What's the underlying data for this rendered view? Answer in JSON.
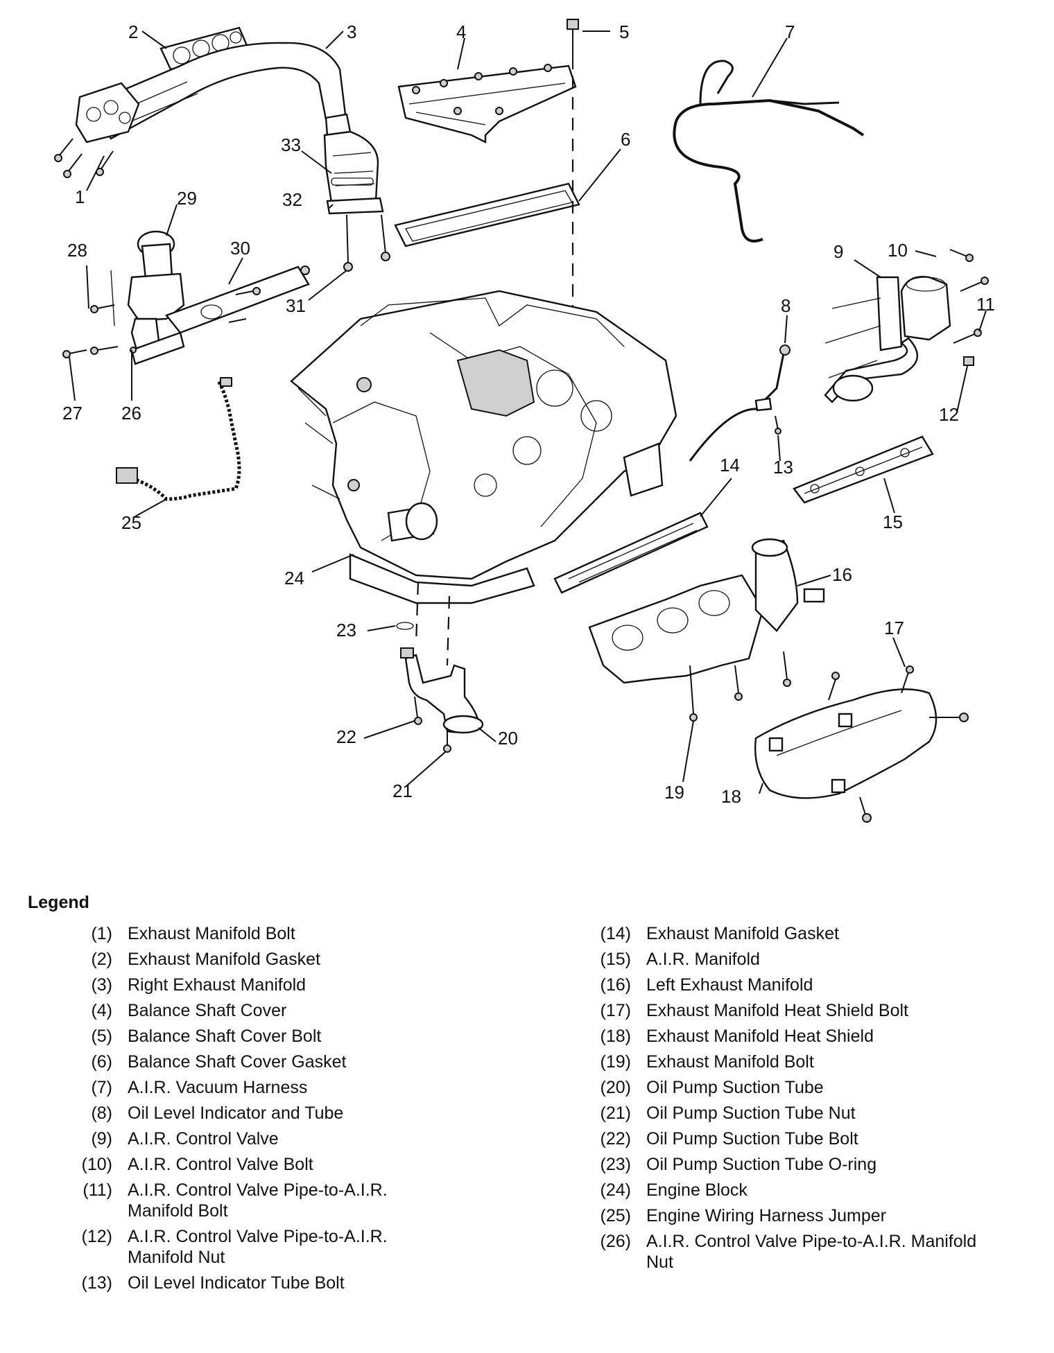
{
  "callouts": {
    "c1": "1",
    "c2": "2",
    "c3": "3",
    "c4": "4",
    "c5": "5",
    "c6": "6",
    "c7": "7",
    "c8": "8",
    "c9": "9",
    "c10": "10",
    "c11": "11",
    "c12": "12",
    "c13": "13",
    "c14": "14",
    "c15": "15",
    "c16": "16",
    "c17": "17",
    "c18": "18",
    "c19": "19",
    "c20": "20",
    "c21": "21",
    "c22": "22",
    "c23": "23",
    "c24": "24",
    "c25": "25",
    "c26": "26",
    "c27": "27",
    "c28": "28",
    "c29": "29",
    "c30": "30",
    "c31": "31",
    "c32": "32",
    "c33": "33"
  },
  "legend": {
    "title": "Legend",
    "left": [
      {
        "num": "(1)",
        "text": "Exhaust Manifold Bolt"
      },
      {
        "num": "(2)",
        "text": "Exhaust Manifold Gasket"
      },
      {
        "num": "(3)",
        "text": "Right Exhaust Manifold"
      },
      {
        "num": "(4)",
        "text": "Balance Shaft Cover"
      },
      {
        "num": "(5)",
        "text": "Balance Shaft Cover Bolt"
      },
      {
        "num": "(6)",
        "text": "Balance Shaft Cover Gasket"
      },
      {
        "num": "(7)",
        "text": "A.I.R. Vacuum Harness"
      },
      {
        "num": "(8)",
        "text": "Oil Level Indicator and Tube"
      },
      {
        "num": "(9)",
        "text": "A.I.R. Control Valve"
      },
      {
        "num": "(10)",
        "text": "A.I.R. Control Valve Bolt"
      },
      {
        "num": "(11)",
        "text": "A.I.R. Control Valve Pipe-to-A.I.R. Manifold Bolt"
      },
      {
        "num": "(12)",
        "text": "A.I.R. Control Valve Pipe-to-A.I.R. Manifold Nut"
      },
      {
        "num": "(13)",
        "text": "Oil Level Indicator Tube Bolt"
      }
    ],
    "right": [
      {
        "num": "(14)",
        "text": "Exhaust Manifold Gasket"
      },
      {
        "num": "(15)",
        "text": "A.I.R. Manifold"
      },
      {
        "num": "(16)",
        "text": "Left Exhaust Manifold"
      },
      {
        "num": "(17)",
        "text": "Exhaust Manifold Heat Shield Bolt"
      },
      {
        "num": "(18)",
        "text": "Exhaust Manifold Heat Shield"
      },
      {
        "num": "(19)",
        "text": "Exhaust Manifold Bolt"
      },
      {
        "num": "(20)",
        "text": "Oil Pump Suction Tube"
      },
      {
        "num": "(21)",
        "text": "Oil Pump Suction Tube Nut"
      },
      {
        "num": "(22)",
        "text": "Oil Pump Suction Tube Bolt"
      },
      {
        "num": "(23)",
        "text": "Oil Pump Suction Tube O-ring"
      },
      {
        "num": "(24)",
        "text": "Engine Block"
      },
      {
        "num": "(25)",
        "text": "Engine Wiring Harness Jumper"
      },
      {
        "num": "(26)",
        "text": "A.I.R. Control Valve Pipe-to-A.I.R. Manifold Nut"
      }
    ]
  }
}
